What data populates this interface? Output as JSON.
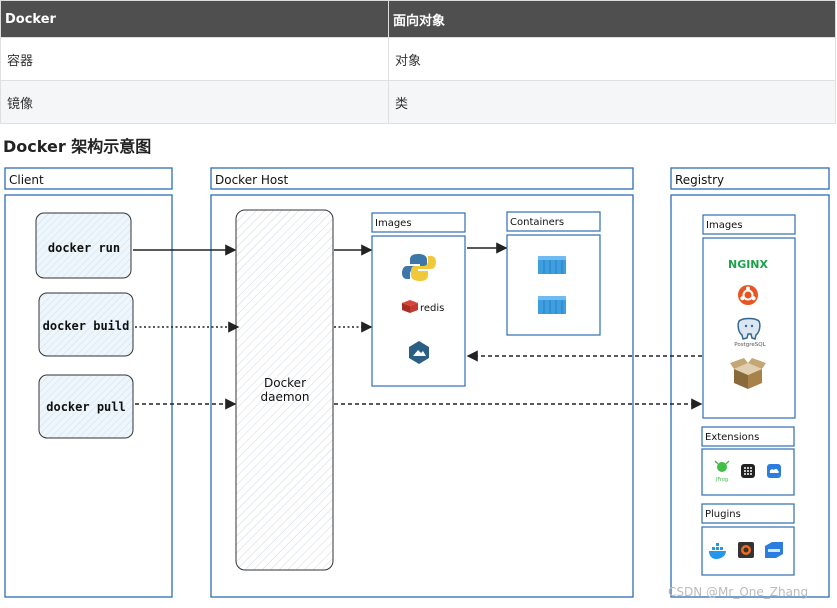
{
  "table": {
    "headers": [
      "Docker",
      "面向对象"
    ],
    "rows": [
      [
        "容器",
        "对象"
      ],
      [
        "镜像",
        "类"
      ]
    ]
  },
  "section_title": "Docker 架构示意图",
  "diagram": {
    "client": {
      "label": "Client",
      "commands": [
        "docker run",
        "docker build",
        "docker pull"
      ]
    },
    "host": {
      "label": "Docker Host",
      "daemon": [
        "Docker",
        "daemon"
      ],
      "images_label": "Images",
      "containers_label": "Containers",
      "redis_text": "redis"
    },
    "registry": {
      "label": "Registry",
      "images_label": "Images",
      "nginx_text": "NGINX",
      "postgres_text": "PostgreSQL",
      "extensions_label": "Extensions",
      "jfrog_text": "JFrog",
      "plugins_label": "Plugins"
    },
    "colors": {
      "frame": "#2f6db5",
      "box_fill": "#e9f3fb",
      "arrow": "#222222"
    }
  },
  "watermark": "CSDN @Mr_One_Zhang"
}
